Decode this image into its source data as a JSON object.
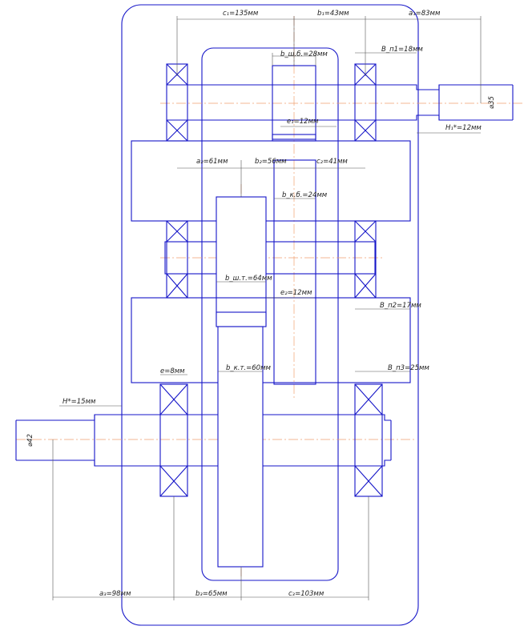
{
  "labels": {
    "c1": "c₁=135мм",
    "b1": "b₁=43мм",
    "a1": "a₁=83мм",
    "bw1": "b_ш.б.=28мм",
    "Bp1": "B_п1=18мм",
    "e1": "e₁=12мм",
    "d35": "⌀35",
    "H1": "H₁*=12мм",
    "a2": "a₂=61мм",
    "b2": "b₂=56мм",
    "c2": "c₂=41мм",
    "bk_b": "b_к.б.=24мм",
    "bsh_t": "b_ш.т.=64мм",
    "e2": "e₂=12мм",
    "Bp2": "B_п2=17мм",
    "e": "e=8мм",
    "bk_t": "b_к.т.=60мм",
    "Bp3": "B_п3=25мм",
    "H": "H*=15мм",
    "d42": "⌀42",
    "a3": "a₃=98мм",
    "b3": "b₃=65мм",
    "c3": "c₃=103мм"
  },
  "colors": {
    "outline": "#1515c8",
    "centerline": "#f0a070",
    "dimension": "#555555"
  }
}
